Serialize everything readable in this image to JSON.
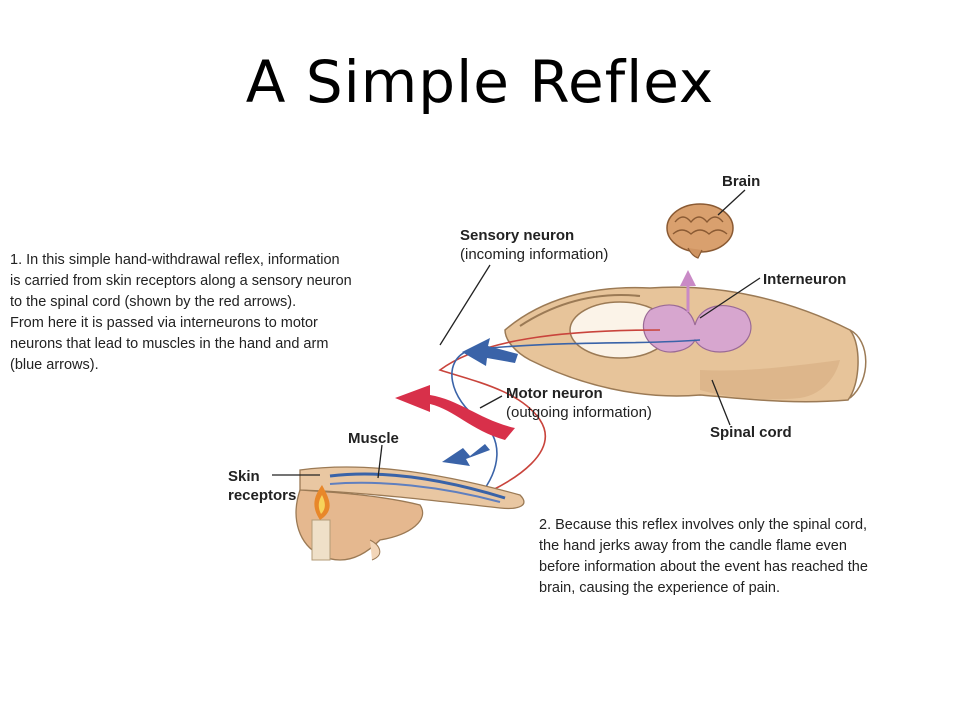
{
  "title": "A Simple Reflex",
  "notes": {
    "step1": "1. In this simple hand-withdrawal reflex, information\nis carried from skin receptors along a sensory neuron\nto the spinal cord (shown by the red arrows).\nFrom here it is passed via interneurons to motor\nneurons that lead to muscles in the hand and arm\n(blue arrows).",
    "step2": "2. Because this reflex involves only the spinal cord,\nthe hand jerks away from the candle flame even\nbefore information about the event has reached the\nbrain, causing the experience of pain."
  },
  "labels": {
    "brain": "Brain",
    "sensory_neuron": "Sensory neuron",
    "sensory_neuron_sub": "(incoming information)",
    "interneuron": "Interneuron",
    "motor_neuron": "Motor neuron",
    "motor_neuron_sub": "(outgoing information)",
    "spinal_cord": "Spinal cord",
    "muscle": "Muscle",
    "skin_receptors": "Skin\nreceptors"
  },
  "colors": {
    "sensory_arrow": "#d8304a",
    "motor_arrow": "#3a63a8",
    "spinal_cord": "#e7c49a",
    "grey_matter": "#d7a6cf",
    "brain": "#d9a06e",
    "skin": "#e9c7a2",
    "flame": "#e8872a"
  }
}
